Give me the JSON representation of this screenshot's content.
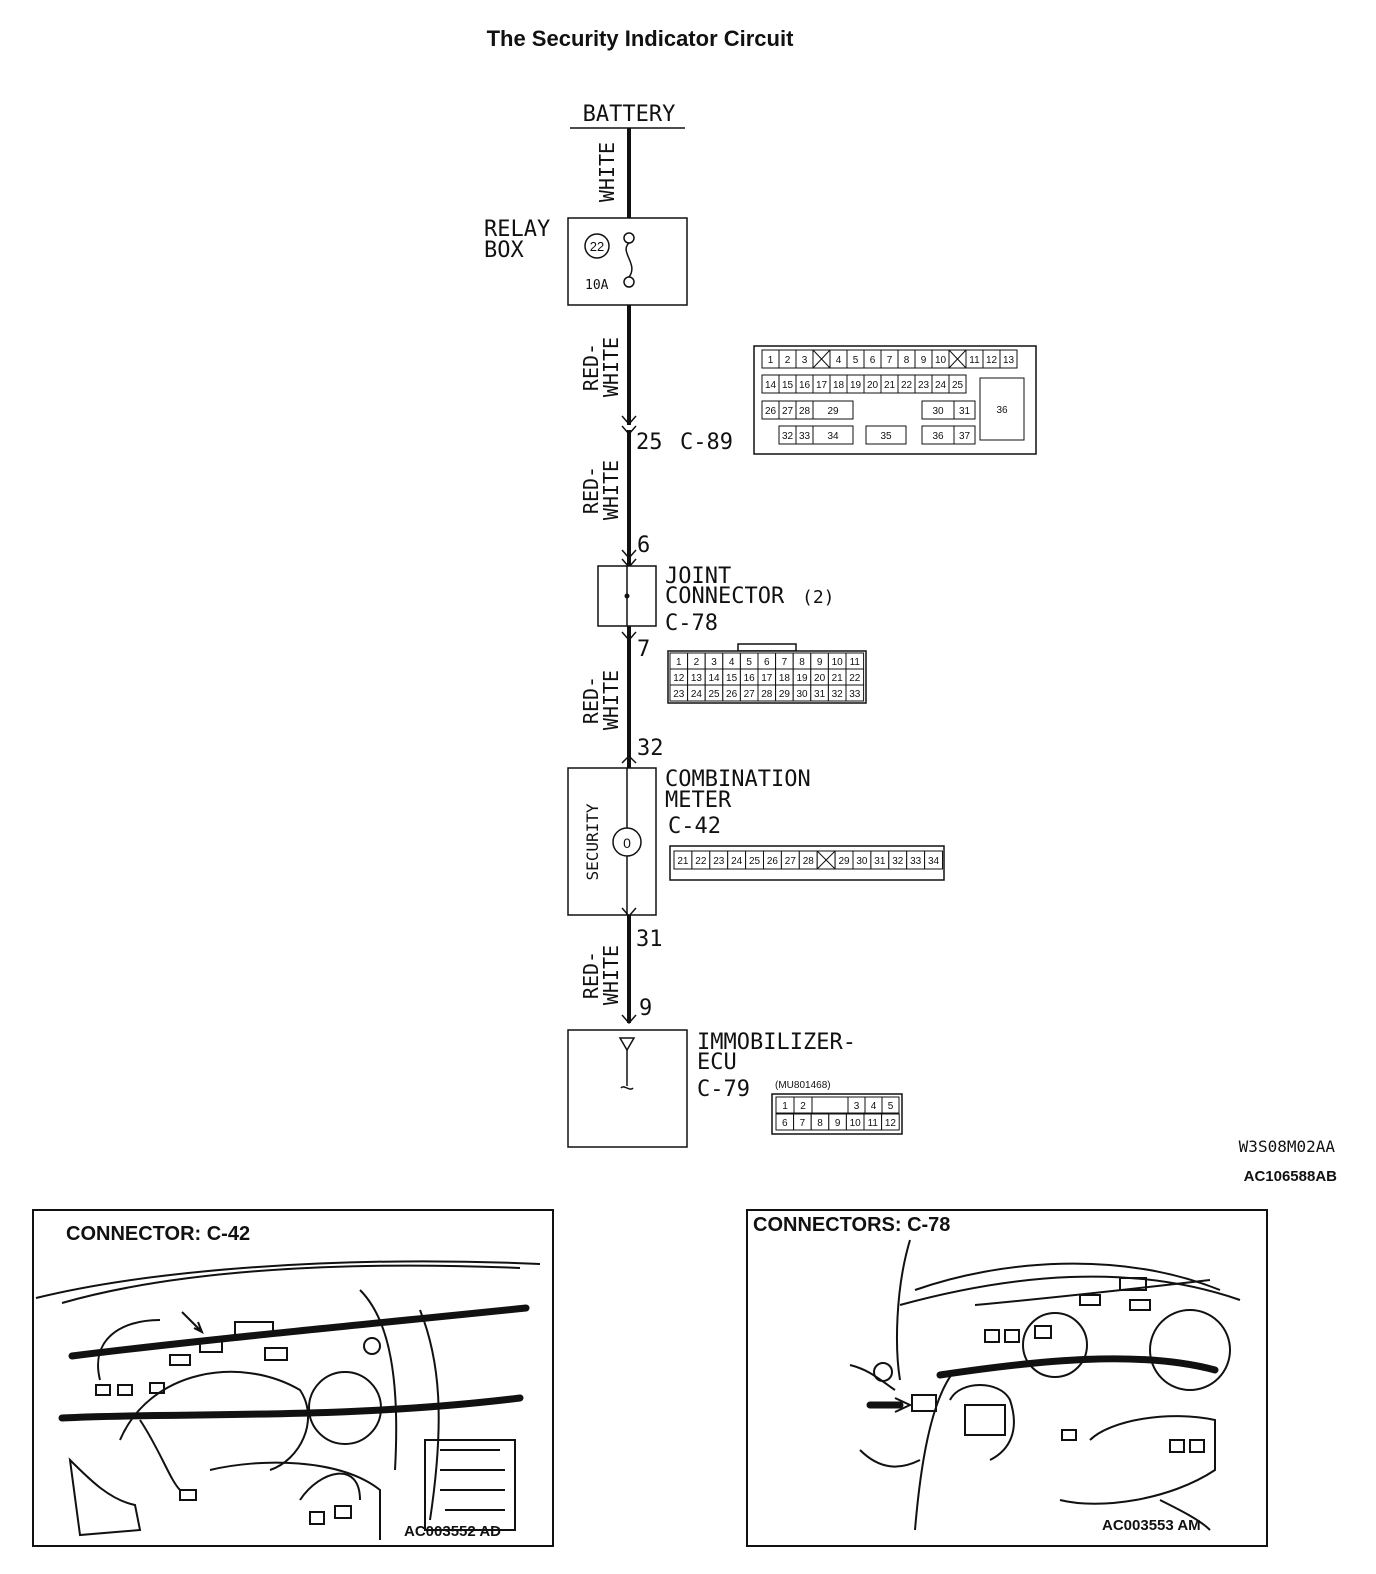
{
  "title": "The Security Indicator Circuit",
  "battery_label": "BATTERY",
  "relay_box": {
    "label_line1": "RELAY",
    "label_line2": "BOX",
    "fuse_number": "22",
    "fuse_rating": "10A"
  },
  "wire_colors": {
    "battery_to_relay": "WHITE",
    "red_white_line1": "RED-",
    "red_white_line2": "WHITE"
  },
  "c89": {
    "pin": "25",
    "name": "C-89",
    "row1": [
      "1",
      "2",
      "3",
      "X",
      "4",
      "5",
      "6",
      "7",
      "8",
      "9",
      "10",
      "X",
      "11",
      "12",
      "13"
    ],
    "row2": [
      "14",
      "15",
      "16",
      "17",
      "18",
      "19",
      "20",
      "21",
      "22",
      "23",
      "24",
      "25"
    ],
    "row3": [
      "26",
      "27",
      "28",
      "29",
      "30",
      "31",
      "36"
    ],
    "row4": [
      "32",
      "33",
      "34",
      "35",
      "36",
      "37"
    ]
  },
  "joint_connector": {
    "pin_in": "6",
    "pin_out": "7",
    "label_line1": "JOINT",
    "label_line2": "CONNECTOR",
    "label_suffix": "(2)",
    "name": "C-78",
    "row1": [
      "1",
      "2",
      "3",
      "4",
      "5",
      "6",
      "7",
      "8",
      "9",
      "10",
      "11"
    ],
    "row2": [
      "12",
      "13",
      "14",
      "15",
      "16",
      "17",
      "18",
      "19",
      "20",
      "21",
      "22"
    ],
    "row3": [
      "23",
      "24",
      "25",
      "26",
      "27",
      "28",
      "29",
      "30",
      "31",
      "32",
      "33"
    ]
  },
  "combination_meter": {
    "pin_in": "32",
    "pin_out": "31",
    "label_line1": "COMBINATION",
    "label_line2": "METER",
    "name": "C-42",
    "indicator_label": "SECURITY",
    "pins": [
      "21",
      "22",
      "23",
      "24",
      "25",
      "26",
      "27",
      "28",
      "X",
      "29",
      "30",
      "31",
      "32",
      "33",
      "34"
    ]
  },
  "immobilizer": {
    "pin": "9",
    "label_line1": "IMMOBILIZER-",
    "label_line2": "ECU",
    "name": "C-79",
    "part_number": "(MU801468)",
    "row1": [
      "1",
      "2",
      "",
      "3",
      "4",
      "5"
    ],
    "row2": [
      "6",
      "7",
      "8",
      "9",
      "10",
      "11",
      "12"
    ]
  },
  "codes": {
    "diagram_code": "W3S08M02AA",
    "figure_code": "AC106588AB"
  },
  "panel_left": {
    "title": "CONNECTOR: C-42",
    "code": "AC003552 AD"
  },
  "panel_right": {
    "title": "CONNECTORS: C-78",
    "code": "AC003553 AM"
  }
}
